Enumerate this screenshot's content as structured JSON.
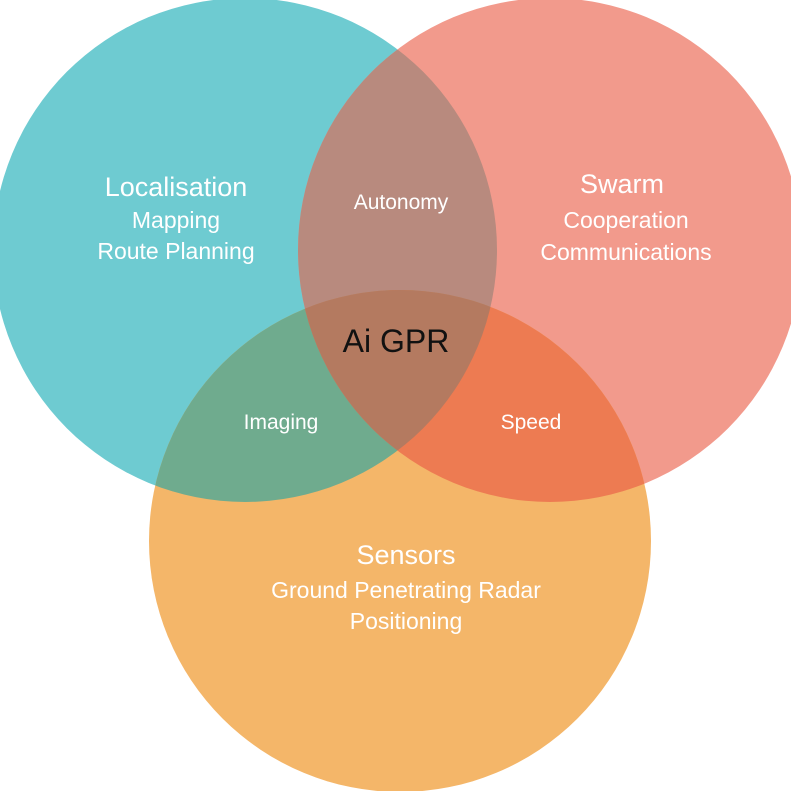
{
  "diagram": {
    "colors": {
      "teal": "#6ecbd1",
      "salmon": "#f29a8c",
      "orange": "#f4b669",
      "teal_salmon": "#b88a7e",
      "teal_orange": "#6fab8e",
      "salmon_orange": "#ed7b52",
      "triple": "#b47a60",
      "center_text": "#111111",
      "text": "#ffffff"
    },
    "sets": {
      "localisation": {
        "title": "Localisation",
        "lines": [
          "Mapping",
          "Route Planning"
        ]
      },
      "swarm": {
        "title": "Swarm",
        "lines": [
          "Cooperation",
          "Communications"
        ]
      },
      "sensors": {
        "title": "Sensors",
        "lines": [
          "Ground Penetrating Radar",
          "Positioning"
        ]
      }
    },
    "overlaps": {
      "localisation_swarm": "Autonomy",
      "localisation_sensors": "Imaging",
      "swarm_sensors": "Speed",
      "all": "Ai GPR"
    }
  }
}
